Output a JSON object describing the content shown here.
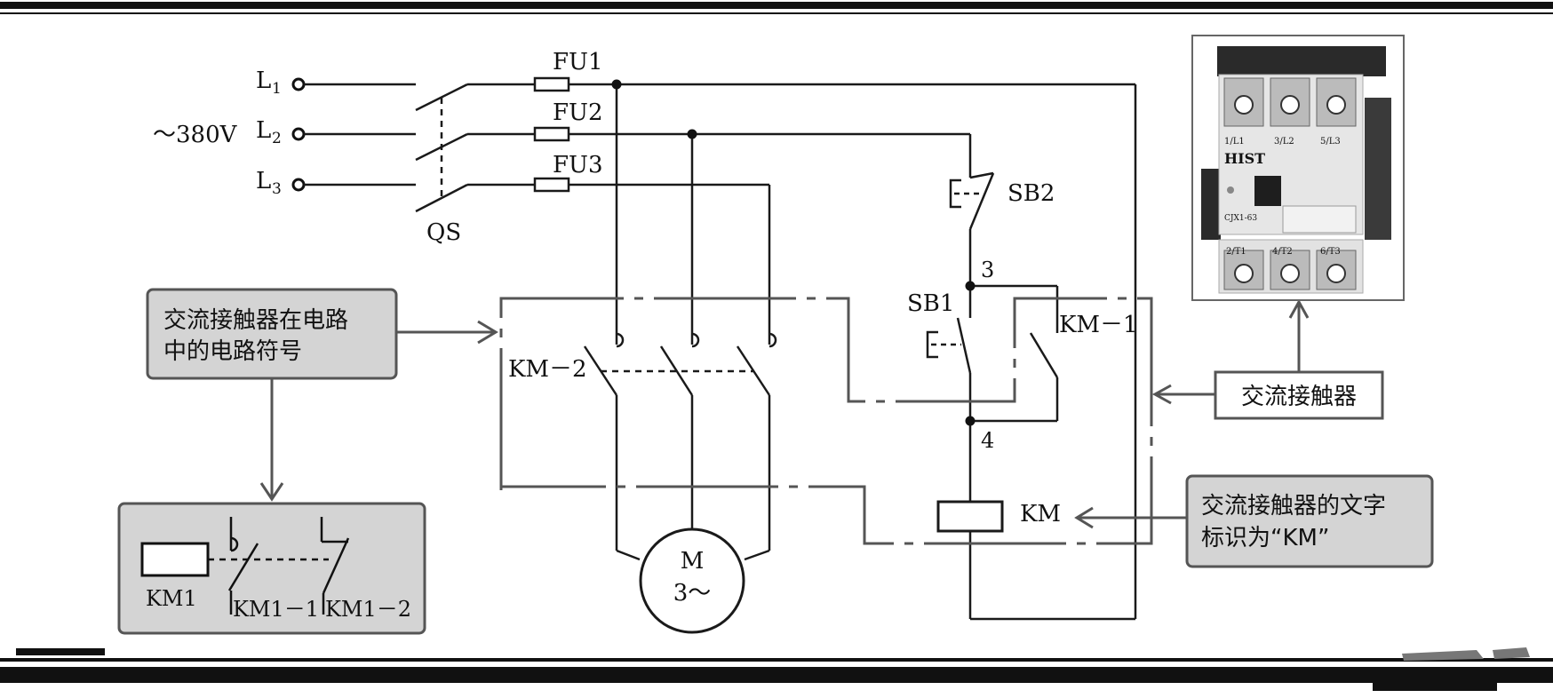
{
  "source": {
    "l1": "L",
    "l1_sub": "1",
    "l2": "L",
    "l2_sub": "2",
    "l3": "L",
    "l3_sub": "3",
    "voltage": "～380V"
  },
  "labels": {
    "qs": "QS",
    "fu1": "FU1",
    "fu2": "FU2",
    "fu3": "FU3",
    "sb1": "SB1",
    "sb2": "SB2",
    "node3": "3",
    "node4": "4",
    "km_main": "KM－2",
    "km_aux": "KM－1",
    "km_coil": "KM",
    "motor_m": "M",
    "motor_phase": "3～"
  },
  "callouts": {
    "symbol_line1": "交流接触器在电路",
    "symbol_line2": "中的电路符号",
    "contactor": "交流接触器",
    "text_id_line1": "交流接触器的文字",
    "text_id_line2": "标识为“KM”"
  },
  "symbol_box": {
    "coil": "KM1",
    "contact1": "KM1－1",
    "contact2": "KM1－2"
  },
  "photo": {
    "brand": "HIST",
    "model": "CJX1-63",
    "top_terms": [
      "1/L1",
      "3/L2",
      "5/L3"
    ],
    "bottom_terms": [
      "2/T1",
      "4/T2",
      "6/T3"
    ]
  },
  "colors": {
    "wire": "#1a1a1a",
    "box_fill": "#d4d4d4",
    "box_stroke": "#555555",
    "callout_stroke": "#555555"
  }
}
